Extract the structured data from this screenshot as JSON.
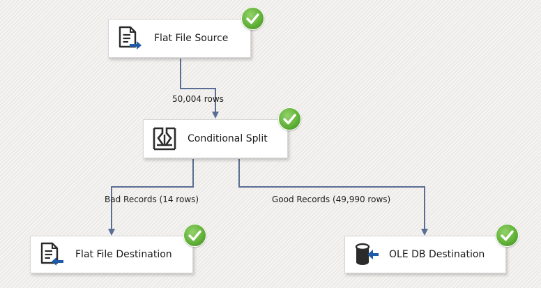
{
  "components": {
    "flat_file_source": {
      "label": "Flat File Source",
      "icon": "flat-file-source-icon",
      "status": "success"
    },
    "conditional_split": {
      "label": "Conditional Split",
      "icon": "conditional-split-icon",
      "status": "success"
    },
    "flat_file_destination": {
      "label": "Flat File Destination",
      "icon": "flat-file-destination-icon",
      "status": "success"
    },
    "ole_db_destination": {
      "label": "OLE DB Destination",
      "icon": "ole-db-destination-icon",
      "status": "success"
    }
  },
  "paths": {
    "source_to_split": "50,004 rows",
    "bad_records": "Bad Records (14 rows)",
    "good_records": "Good Records (49,990 rows)"
  },
  "colors": {
    "connector": "#5a6e94",
    "success": "#63b23a",
    "icon_arrow": "#1f5aa8"
  }
}
